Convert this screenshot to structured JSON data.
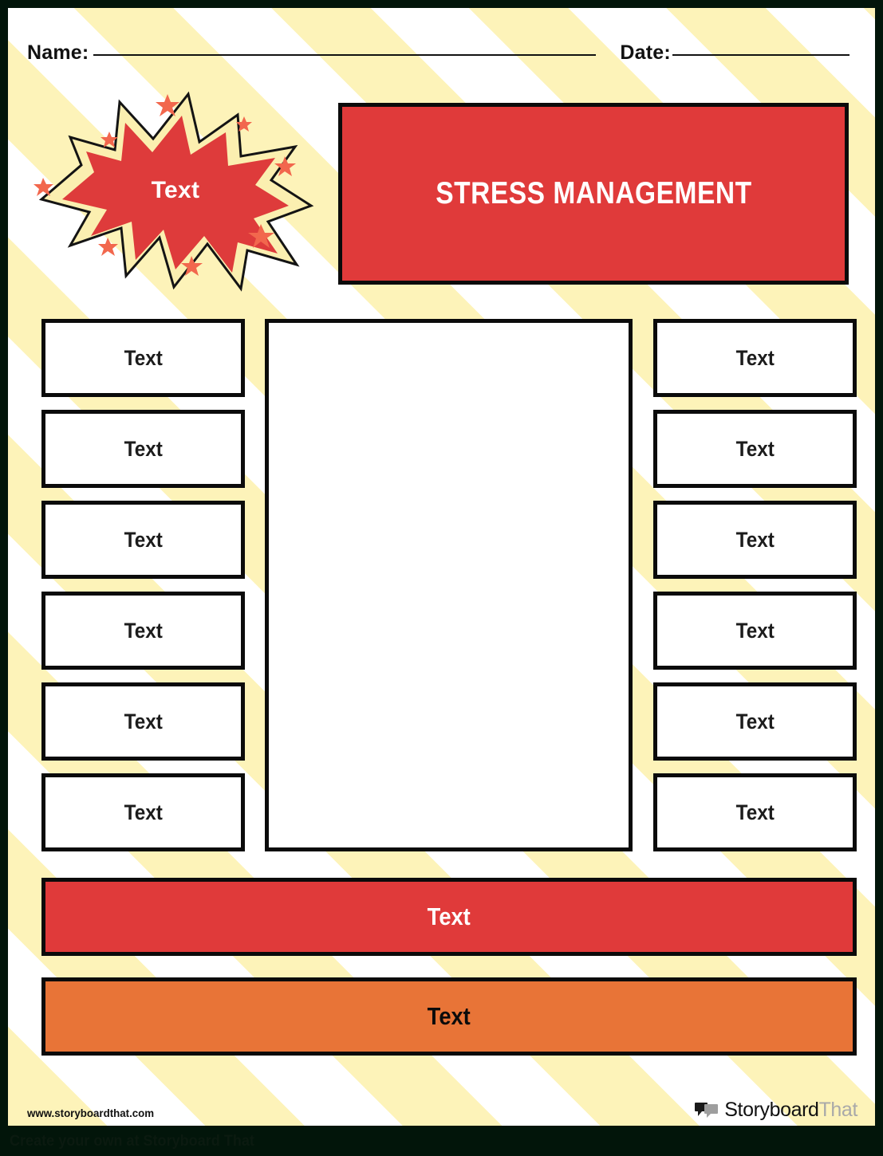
{
  "page": {
    "title": "STRESS MANAGEMENT",
    "name_label": "Name:",
    "date_label": "Date:"
  },
  "burst": {
    "label": "Text",
    "icon": "starburst-icon"
  },
  "grid": {
    "left_column": [
      {
        "label": "Text"
      },
      {
        "label": "Text"
      },
      {
        "label": "Text"
      },
      {
        "label": "Text"
      },
      {
        "label": "Text"
      },
      {
        "label": "Text"
      }
    ],
    "right_column": [
      {
        "label": "Text"
      },
      {
        "label": "Text"
      },
      {
        "label": "Text"
      },
      {
        "label": "Text"
      },
      {
        "label": "Text"
      },
      {
        "label": "Text"
      }
    ],
    "center_box": {
      "label": ""
    }
  },
  "banners": [
    {
      "label": "Text",
      "color": "#e03a3a",
      "text_color": "#ffffff"
    },
    {
      "label": "Text",
      "color": "#e87437",
      "text_color": "#0b0b0b"
    }
  ],
  "footer": {
    "url": "www.storyboardthat.com",
    "logo_primary": "Storyboard",
    "logo_secondary": "That",
    "logo_icon": "speech-bubbles-icon",
    "strip_caption": "Create your own at Storyboard That"
  },
  "colors": {
    "red": "#e03a3a",
    "orange": "#e87437",
    "pale_yellow": "#fdf3b9",
    "star_coral": "#f2674d",
    "outline": "#0b0b0b",
    "frame": "#02150a"
  }
}
